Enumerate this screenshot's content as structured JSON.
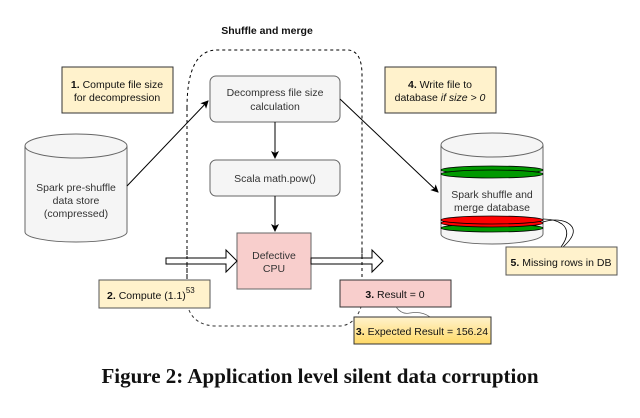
{
  "group": {
    "title": "Shuffle and merge"
  },
  "nodes": {
    "source_db": {
      "lines": [
        "Spark pre-shuffle",
        "data store",
        "(compressed)"
      ]
    },
    "decompress": {
      "lines": [
        "Decompress file size",
        "calculation"
      ]
    },
    "mathpow": {
      "label": "Scala math.pow()"
    },
    "cpu": {
      "lines": [
        "Defective",
        "CPU"
      ]
    },
    "target_db": {
      "lines": [
        "Spark shuffle and",
        "merge database"
      ]
    }
  },
  "notes": {
    "step1": {
      "num": "1.",
      "line1": "Compute file size",
      "line2": "for decompression"
    },
    "step2": {
      "num": "2.",
      "text": "Compute (1.1)",
      "sup": "53"
    },
    "step3_result": {
      "num": "3.",
      "text": "Result = 0"
    },
    "step3_expected": {
      "num": "3.",
      "text": "Expected Result = 156.24"
    },
    "step4": {
      "num": "4.",
      "line1": "Write file to",
      "line2a": "database ",
      "line2b": "if size > 0"
    },
    "step5": {
      "num": "5.",
      "text": "Missing rows in DB"
    }
  },
  "colors": {
    "note_fill": "#fff2cc",
    "note_gradient_end": "#ffd966",
    "cpu_fill": "#f8cecc",
    "process_fill": "#f5f5f5",
    "row_ok": "#009900",
    "row_missing": "#ff0000"
  },
  "caption": "Figure 2: Application level silent data corruption"
}
